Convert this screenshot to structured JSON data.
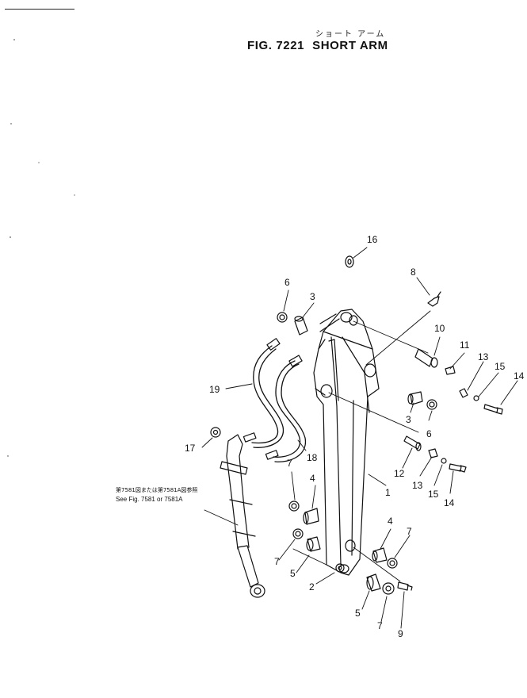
{
  "header": {
    "japanese_title": "ショート アーム",
    "figure_number": "FIG. 7221",
    "title": "SHORT  ARM"
  },
  "reference_note": {
    "japanese": "第7581図または第7581A図参照",
    "english": "See Fig. 7581 or 7581A"
  },
  "callouts": [
    {
      "id": "c16a",
      "label": "16"
    },
    {
      "id": "c6a",
      "label": "6"
    },
    {
      "id": "c3a",
      "label": "3"
    },
    {
      "id": "c8",
      "label": "8"
    },
    {
      "id": "c10",
      "label": "10"
    },
    {
      "id": "c11",
      "label": "11"
    },
    {
      "id": "c13a",
      "label": "13"
    },
    {
      "id": "c15a",
      "label": "15"
    },
    {
      "id": "c14a",
      "label": "14"
    },
    {
      "id": "c19",
      "label": "19"
    },
    {
      "id": "c3b",
      "label": "3"
    },
    {
      "id": "c6b",
      "label": "6"
    },
    {
      "id": "c17",
      "label": "17"
    },
    {
      "id": "c18",
      "label": "18"
    },
    {
      "id": "c7a",
      "label": "7"
    },
    {
      "id": "c4a",
      "label": "4"
    },
    {
      "id": "c12",
      "label": "12"
    },
    {
      "id": "c13b",
      "label": "13"
    },
    {
      "id": "c15b",
      "label": "15"
    },
    {
      "id": "c14b",
      "label": "14"
    },
    {
      "id": "c1",
      "label": "1"
    },
    {
      "id": "c4b",
      "label": "4"
    },
    {
      "id": "c7b",
      "label": "7"
    },
    {
      "id": "c7c",
      "label": "7"
    },
    {
      "id": "c5a",
      "label": "5"
    },
    {
      "id": "c2",
      "label": "2"
    },
    {
      "id": "c5b",
      "label": "5"
    },
    {
      "id": "c7d",
      "label": "7"
    },
    {
      "id": "c9",
      "label": "9"
    }
  ]
}
